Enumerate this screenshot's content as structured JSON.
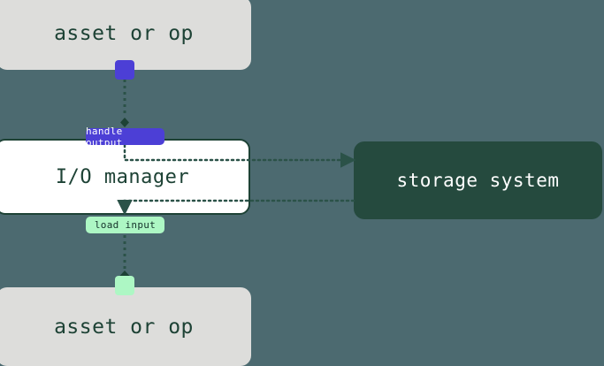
{
  "diagram": {
    "background_color": "#4c6a70",
    "edge_color": "#2b5248",
    "nodes": {
      "asset_top": {
        "label": "asset or op",
        "fill": "#dddddb",
        "text_color": "#1d4235"
      },
      "io_manager": {
        "label": "I/O manager",
        "fill": "#ffffff",
        "border_color": "#1d4235",
        "text_color": "#1d4235"
      },
      "storage_system": {
        "label": "storage system",
        "fill": "#254a3e",
        "text_color": "#ffffff"
      },
      "asset_bottom": {
        "label": "asset or op",
        "fill": "#dddddb",
        "text_color": "#1d4235"
      }
    },
    "ports": {
      "output_port": {
        "name": "output-port",
        "fill": "#4c3fd6"
      },
      "input_port": {
        "name": "input-port",
        "fill": "#adf7c4"
      }
    },
    "edges": [
      {
        "id": "handle-output",
        "label": "handle output",
        "from": "asset_top",
        "to": "storage_system",
        "via": "io_manager",
        "label_fill": "#4c3fd6",
        "label_text_color": "#ffffff",
        "style": "dotted"
      },
      {
        "id": "load-input",
        "label": "load input",
        "from": "storage_system",
        "to": "asset_bottom",
        "via": "io_manager",
        "label_fill": "#adf7c4",
        "label_text_color": "#14332a",
        "style": "dotted"
      }
    ]
  }
}
